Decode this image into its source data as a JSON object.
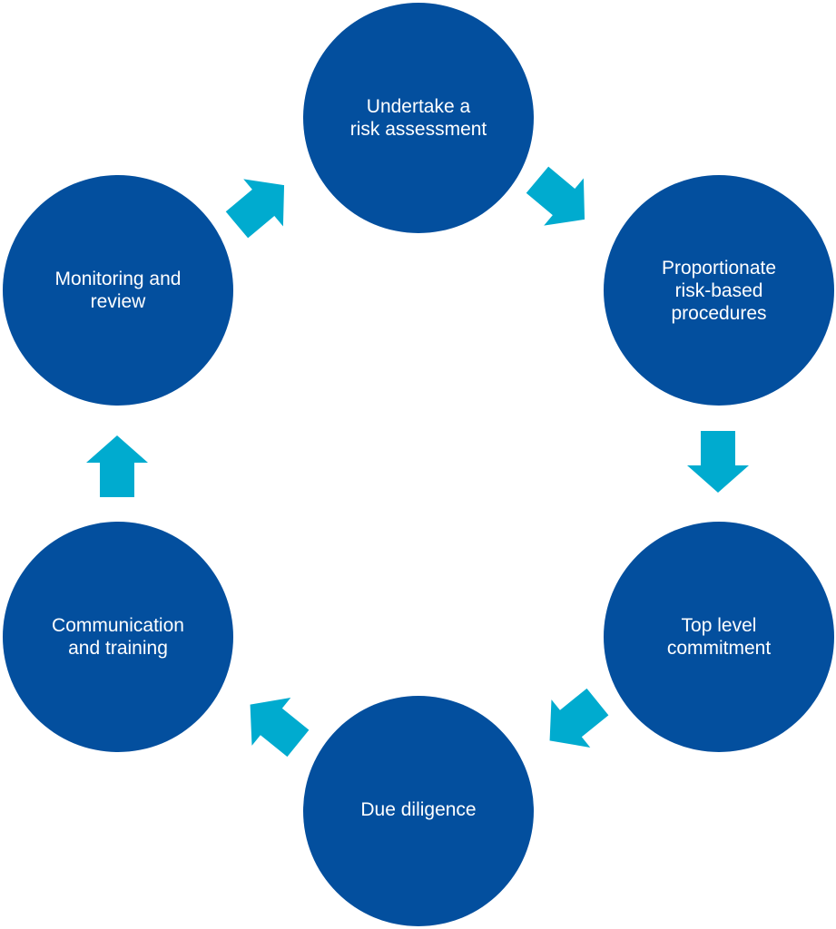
{
  "colors": {
    "circle": "#034f9e",
    "arrow": "#00abcf",
    "text": "#ffffff",
    "background": "#ffffff"
  },
  "steps": [
    {
      "label": "Undertake a\nrisk assessment"
    },
    {
      "label": "Proportionate\nrisk-based\nprocedures"
    },
    {
      "label": "Top level\ncommitment"
    },
    {
      "label": "Due diligence"
    },
    {
      "label": "Communication\nand training"
    },
    {
      "label": "Monitoring and\nreview"
    }
  ],
  "arrows": [
    {
      "icon": "arrow-down-right-icon"
    },
    {
      "icon": "arrow-down-icon"
    },
    {
      "icon": "arrow-down-left-icon"
    },
    {
      "icon": "arrow-up-left-icon"
    },
    {
      "icon": "arrow-up-icon"
    },
    {
      "icon": "arrow-up-right-icon"
    }
  ]
}
